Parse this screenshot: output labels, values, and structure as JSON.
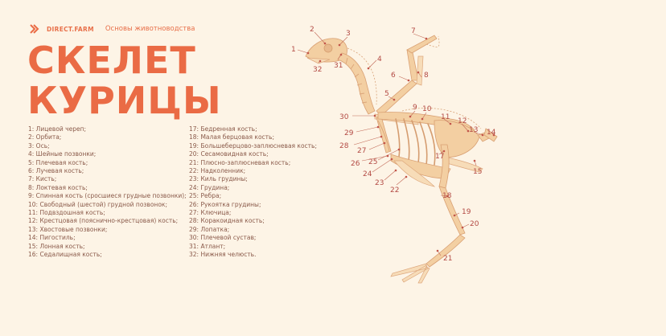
{
  "header": {
    "brand": "DIRECT.FARM",
    "subtitle": "Основы животноводства"
  },
  "title": {
    "line1": "СКЕЛЕТ",
    "line2": "КУРИЦЫ"
  },
  "legend_col1": [
    "1: Лицевой череп;",
    "2: Орбита;",
    "3: Ось;",
    "4: Шейные позвонки;",
    "5: Плечевая кость;",
    "6: Лучевая кость;",
    "7: Кисть;",
    "8: Локтевая кость;",
    "9: Спинная кость (сросшиеся грудные позвонки);",
    "10: Свободный (шестой) грудной позвонок;",
    "11: Подвздошная кость;",
    "12: Крестцовая (пояснично-крестцовая) кость;",
    "13: Хвостовые позвонки;",
    "14: Пигостиль;",
    "15: Лонная кость;",
    "16: Седалищная кость;"
  ],
  "legend_col2": [
    "17: Бедренная кость;",
    "18: Малая берцовая кость;",
    "19: Большеберцово-заплюсневая кость;",
    "20: Сесамовидная кость;",
    "21: Плюсно-заплюсневая кость;",
    "22: Надколенник;",
    "23: Киль грудины;",
    "24: Грудина;",
    "25: Ребра;",
    "26: Рукоятка грудины;",
    "27: Ключица;",
    "28: Коракоидная кость;",
    "29: Лопатка;",
    "30: Плечевой сустав;",
    "31: Атлант;",
    "32: Нижняя челюсть."
  ],
  "diagram_labels": [
    {
      "id": "1",
      "text": "1"
    },
    {
      "id": "2",
      "text": "2"
    },
    {
      "id": "3",
      "text": "3"
    },
    {
      "id": "4",
      "text": "4"
    },
    {
      "id": "5",
      "text": "5"
    },
    {
      "id": "6",
      "text": "6"
    },
    {
      "id": "7",
      "text": "7"
    },
    {
      "id": "8",
      "text": "8"
    },
    {
      "id": "9",
      "text": "9"
    },
    {
      "id": "10",
      "text": "10"
    },
    {
      "id": "11",
      "text": "11"
    },
    {
      "id": "12",
      "text": "12"
    },
    {
      "id": "13",
      "text": "13"
    },
    {
      "id": "14",
      "text": "14"
    },
    {
      "id": "15",
      "text": "15"
    },
    {
      "id": "17",
      "text": "17"
    },
    {
      "id": "18",
      "text": "18"
    },
    {
      "id": "19",
      "text": "19"
    },
    {
      "id": "20",
      "text": "20"
    },
    {
      "id": "21",
      "text": "21"
    },
    {
      "id": "22",
      "text": "22"
    },
    {
      "id": "23",
      "text": "23"
    },
    {
      "id": "24",
      "text": "24"
    },
    {
      "id": "25",
      "text": "25"
    },
    {
      "id": "26",
      "text": "26"
    },
    {
      "id": "27",
      "text": "27"
    },
    {
      "id": "28",
      "text": "28"
    },
    {
      "id": "29",
      "text": "29"
    },
    {
      "id": "30",
      "text": "30"
    },
    {
      "id": "31",
      "text": "31"
    },
    {
      "id": "32",
      "text": "32"
    }
  ],
  "colors": {
    "accent": "#ea6b45",
    "background": "#fdf4e6",
    "bone": "#f3cfa2",
    "label": "#b34a44"
  }
}
